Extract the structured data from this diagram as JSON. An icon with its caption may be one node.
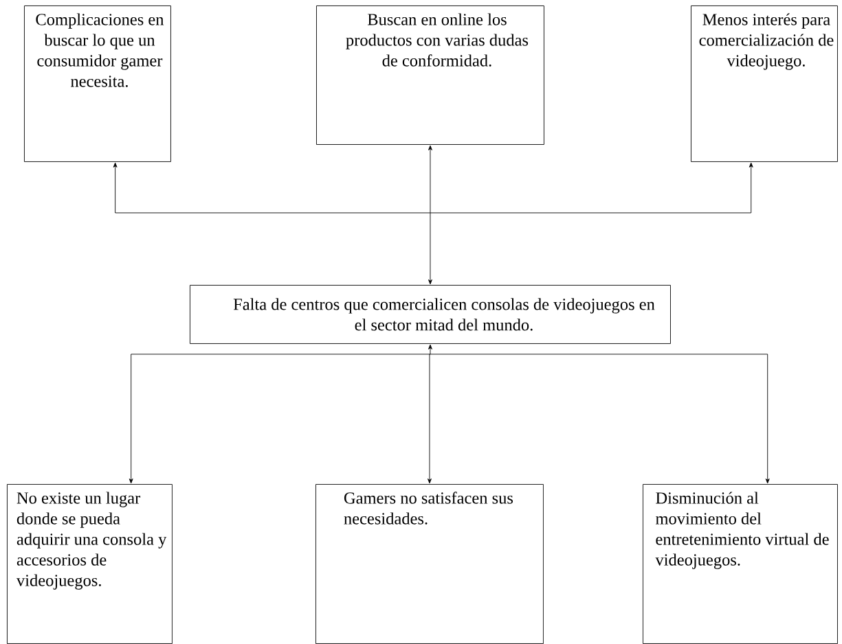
{
  "diagram": {
    "nodes": [
      {
        "text": [
          "Complicaciones en buscar lo que un consumidor gamer necesita."
        ]
      },
      {
        "text": [
          "Buscan en online los productos con varias dudas de conformidad."
        ]
      },
      {
        "text": [
          "Menos interés para comercialización de videojuego."
        ]
      },
      {
        "text": [
          "Falta de centros que comercialicen consolas de videojuegos en el sector mitad del mundo."
        ]
      },
      {
        "text": [
          "No existe un lugar donde se pueda adquirir una consola y accesorios de videojuegos."
        ]
      },
      {
        "text": [
          "Gamers no satisfacen sus necesidades."
        ]
      },
      {
        "text": [
          "Disminución al movimiento del entretenimiento virtual de videojuegos."
        ]
      }
    ],
    "edges": [
      {
        "from": 3,
        "to": 0,
        "arrow": "both"
      },
      {
        "from": 3,
        "to": 1,
        "arrow": "both"
      },
      {
        "from": 3,
        "to": 2,
        "arrow": "both"
      },
      {
        "from": 3,
        "to": 4,
        "arrow": "both"
      },
      {
        "from": 3,
        "to": 5,
        "arrow": "both"
      },
      {
        "from": 3,
        "to": 6,
        "arrow": "both"
      }
    ]
  }
}
